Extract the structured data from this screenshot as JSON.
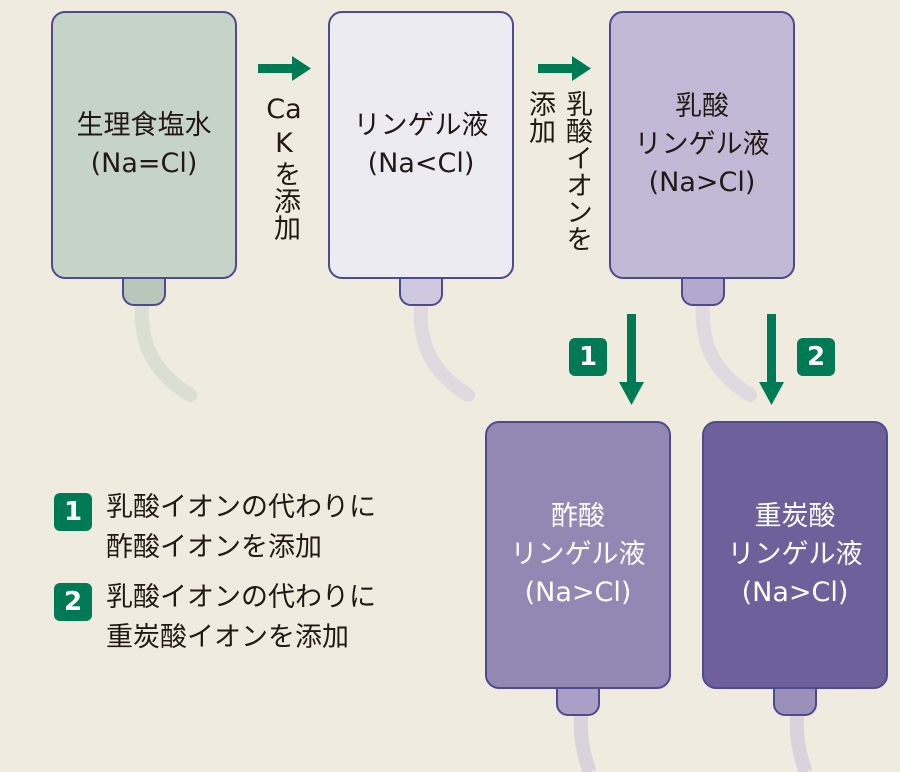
{
  "colors": {
    "background": "#efebdf",
    "arrow": "#007a55",
    "badge": "#007a55",
    "bag_border": "#4e4a8f"
  },
  "bags": [
    {
      "id": "saline",
      "lines": [
        "生理食塩水",
        "(Na=Cl)"
      ],
      "fill": "#c6d4c8",
      "port_fill": "#b7c8bb",
      "text_color": "#231815"
    },
    {
      "id": "ringer",
      "lines": [
        "リンゲル液",
        "(Na<Cl)"
      ],
      "fill": "#ecebf2",
      "port_fill": "#cfc9e0",
      "text_color": "#231815"
    },
    {
      "id": "lactated-ringer",
      "lines": [
        "乳酸",
        "リンゲル液",
        "(Na>Cl)"
      ],
      "fill": "#c1b9d6",
      "port_fill": "#b3a9cf",
      "text_color": "#231815"
    },
    {
      "id": "acetated-ringer",
      "lines": [
        "酢酸",
        "リンゲル液",
        "(Na>Cl)"
      ],
      "fill": "#9388b4",
      "port_fill": "#aaa0c6",
      "text_color": "#ffffff"
    },
    {
      "id": "bicarbonate-ringer",
      "lines": [
        "重炭酸",
        "リンゲル液",
        "(Na>Cl)"
      ],
      "fill": "#6e619b",
      "port_fill": "#9b90ba",
      "text_color": "#ffffff"
    }
  ],
  "steps": {
    "add_ca_k": {
      "latin1": "Ca",
      "latin2": "K",
      "jp": "を添加"
    },
    "add_lactate": {
      "col1": "乳酸イオンを",
      "col2": "添加"
    }
  },
  "badges": [
    "1",
    "2"
  ],
  "legend": [
    {
      "badge": "1",
      "line1": "乳酸イオンの代わりに",
      "line2": "酢酸イオンを添加"
    },
    {
      "badge": "2",
      "line1": "乳酸イオンの代わりに",
      "line2": "重炭酸イオンを添加"
    }
  ]
}
